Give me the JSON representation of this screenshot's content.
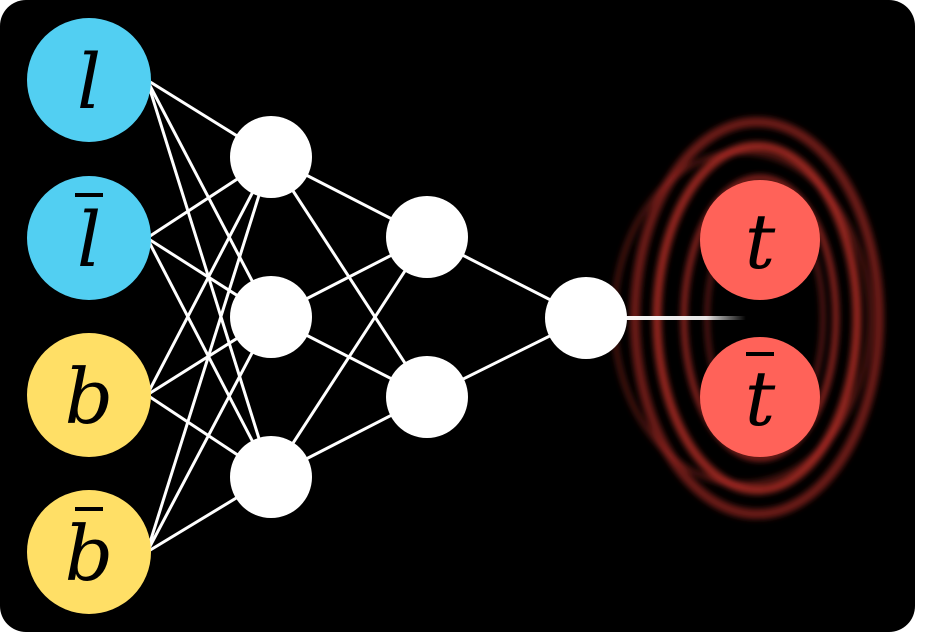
{
  "colors": {
    "background": "#000000",
    "lepton": "#52CFF2",
    "bottom": "#FFDF66",
    "top": "#FF6259",
    "hidden": "#FFFFFF",
    "glow": "#C0302A"
  },
  "inputs": [
    {
      "id": "l",
      "label": "l",
      "bar": false,
      "color_key": "lepton"
    },
    {
      "id": "lbar",
      "label": "l",
      "bar": true,
      "color_key": "lepton"
    },
    {
      "id": "b",
      "label": "b",
      "bar": false,
      "color_key": "bottom"
    },
    {
      "id": "bbar",
      "label": "b",
      "bar": true,
      "color_key": "bottom"
    }
  ],
  "hidden_layers": [
    3,
    2
  ],
  "output_nodes": 1,
  "products": [
    {
      "id": "t",
      "label": "t",
      "bar": false,
      "color_key": "top"
    },
    {
      "id": "tbar",
      "label": "t",
      "bar": true,
      "color_key": "top"
    }
  ]
}
